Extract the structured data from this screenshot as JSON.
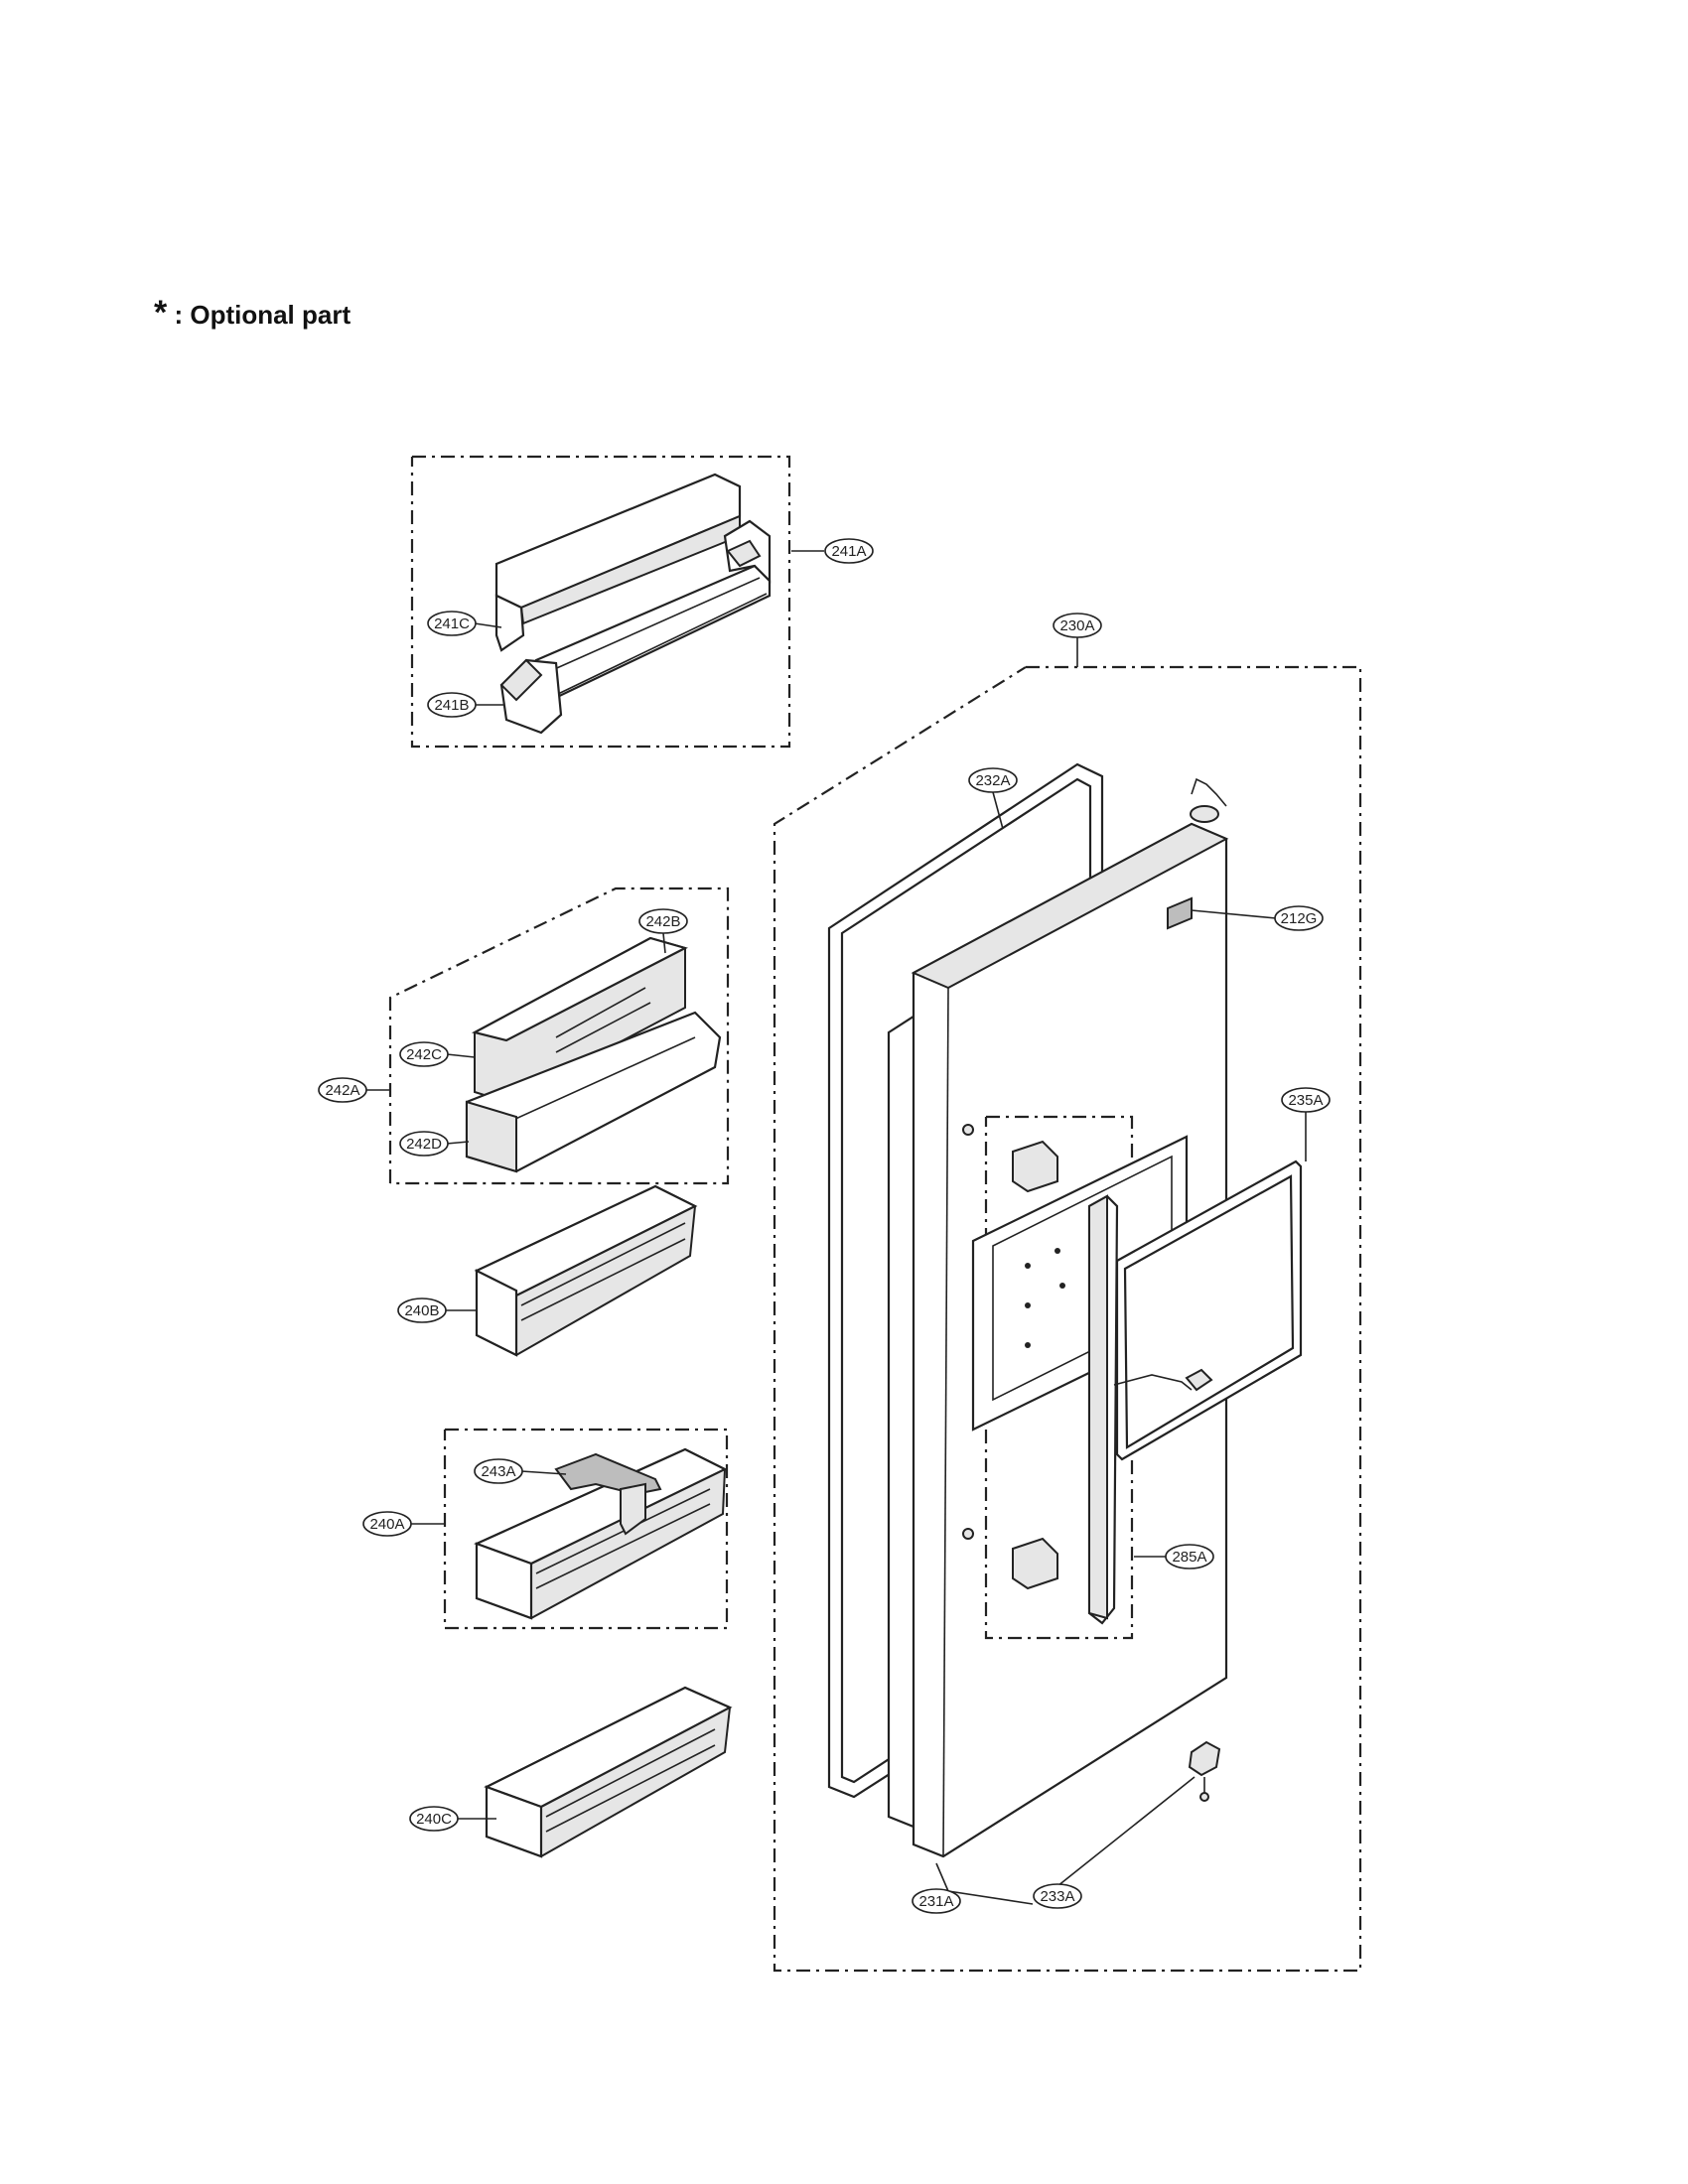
{
  "legend": {
    "symbol": "*",
    "text": ": Optional part"
  },
  "callouts": {
    "c241A": "241A",
    "c241C": "241C",
    "c241B": "241B",
    "c230A": "230A",
    "c232A": "232A",
    "c212G": "212G",
    "c242B": "242B",
    "c242C": "242C",
    "c242A": "242A",
    "c242D": "242D",
    "c235A": "235A",
    "c240B": "240B",
    "c243A": "243A",
    "c240A": "240A",
    "c285A": "285A",
    "c240C": "240C",
    "c231A": "231A",
    "c233A": "233A"
  }
}
